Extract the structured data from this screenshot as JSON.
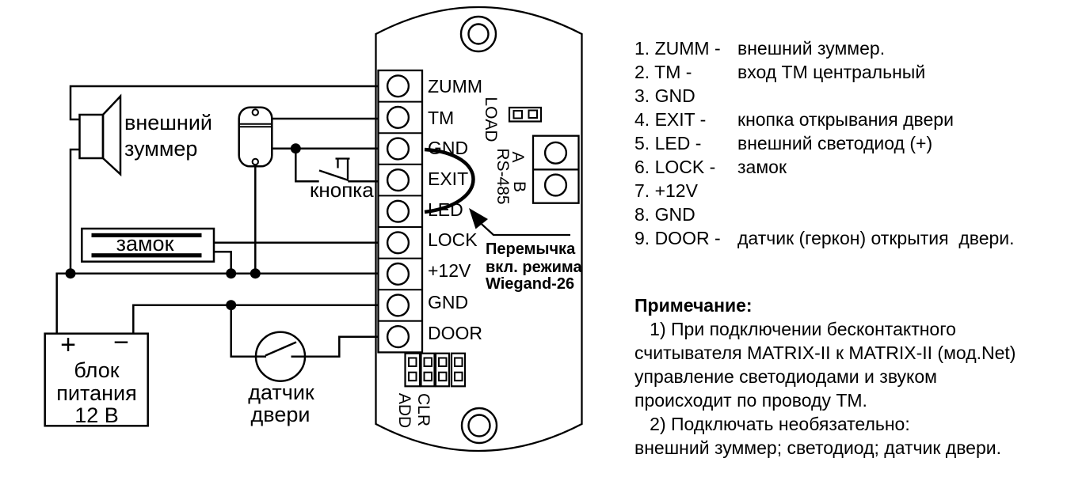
{
  "colors": {
    "ink": "#000000",
    "background": "#ffffff"
  },
  "device": {
    "terminals": [
      "ZUMM",
      "TM",
      "GND",
      "EXIT",
      "LED",
      "LOCK",
      "+12V",
      "GND",
      "DOOR"
    ],
    "load_label": "LOAD",
    "rs485_a": "A",
    "rs485_label": "RS-485",
    "rs485_b": "B",
    "add_label": "ADD",
    "clr_label": "CLR"
  },
  "components": {
    "buzzer": [
      "внешний",
      "зуммер"
    ],
    "button": "кнопка",
    "lock": "замок",
    "psu": [
      "блок",
      "питания",
      "12 В"
    ],
    "psu_plus": "+",
    "psu_minus": "−",
    "door_sensor": [
      "датчик",
      "двери"
    ]
  },
  "wiegand_note": [
    "Перемычка",
    "вкл. режима",
    "Wiegand-26"
  ],
  "legend": [
    {
      "term": "1. ZUMM -",
      "desc": "внешний зуммер."
    },
    {
      "term": "2. TM -",
      "desc": "вход ТМ центральный"
    },
    {
      "term": "3. GND",
      "desc": ""
    },
    {
      "term": "4. EXIT -",
      "desc": "кнопка открывания двери"
    },
    {
      "term": "5. LED -",
      "desc": "внешний светодиод (+)"
    },
    {
      "term": "6. LOCK -",
      "desc": "замок"
    },
    {
      "term": "7. +12V",
      "desc": ""
    },
    {
      "term": "8. GND",
      "desc": ""
    },
    {
      "term": "9. DOOR -",
      "desc": "датчик (геркон) открытия  двери."
    }
  ],
  "note": {
    "title": "Примечание:",
    "lines": [
      "   1) При подключении бесконтактного",
      "считывателя MATRIX-II к MATRIX-II (мод.Net)",
      "управление светодиодами и звуком",
      "происходит по проводу ТМ.",
      "   2) Подключать необязательно:",
      "внешний зуммер; светодиод; датчик двери."
    ]
  }
}
